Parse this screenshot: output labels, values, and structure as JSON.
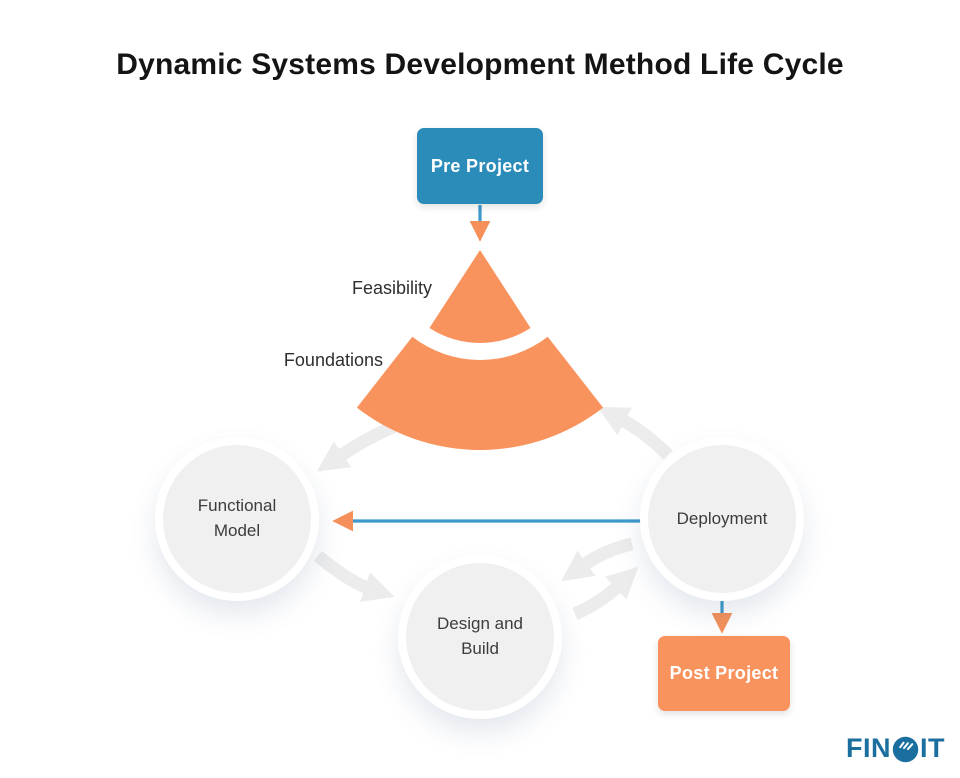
{
  "title": "Dynamic Systems Development Method Life Cycle",
  "diagram": {
    "type": "lifecycle-diagram",
    "nodes": {
      "pre_project": {
        "label": "Pre Project",
        "shape": "rounded-rect",
        "color": "#2b8cba"
      },
      "feasibility": {
        "label": "Feasibility",
        "shape": "pie-sector",
        "color": "#f9935e"
      },
      "foundations": {
        "label": "Foundations",
        "shape": "arc-band",
        "color": "#f9935e"
      },
      "functional_model": {
        "label": "Functional Model",
        "shape": "circle",
        "color": "#f0f0f0"
      },
      "design_and_build": {
        "label": "Design and Build",
        "shape": "circle",
        "color": "#f0f0f0"
      },
      "deployment": {
        "label": "Deployment",
        "shape": "circle",
        "color": "#f0f0f0"
      },
      "post_project": {
        "label": "Post Project",
        "shape": "rounded-rect",
        "color": "#f9935e"
      }
    },
    "flows": [
      {
        "from": "Pre Project",
        "to": "Feasibility",
        "style": "blue-arrow-orange-head"
      },
      {
        "from": "Foundations",
        "to": "Functional Model",
        "style": "gray-curved-arrow"
      },
      {
        "from": "Functional Model",
        "to": "Design and Build",
        "style": "gray-curved-arrow"
      },
      {
        "from": "Design and Build",
        "to": "Deployment",
        "style": "gray-curved-arrow"
      },
      {
        "from": "Deployment",
        "to": "Design and Build",
        "style": "gray-curved-arrow"
      },
      {
        "from": "Deployment",
        "to": "Foundations",
        "style": "gray-curved-arrow"
      },
      {
        "from": "Deployment",
        "to": "Functional Model",
        "style": "blue-arrow-orange-head"
      },
      {
        "from": "Deployment",
        "to": "Post Project",
        "style": "blue-arrow-orange-head"
      }
    ]
  },
  "logo": {
    "name": "Finoit",
    "text_before_mark": "FIN",
    "text_after_mark": "IT"
  },
  "colors": {
    "accent_blue": "#2b8cba",
    "accent_orange": "#f9935e",
    "connector_blue": "#3b99cb",
    "arrowhead_orange": "#f5905b",
    "circle_fill": "#f0f0f0",
    "arrow_gray": "#ececec",
    "logo_blue": "#1a6f9e",
    "title_text": "#141414",
    "background": "#ffffff"
  }
}
